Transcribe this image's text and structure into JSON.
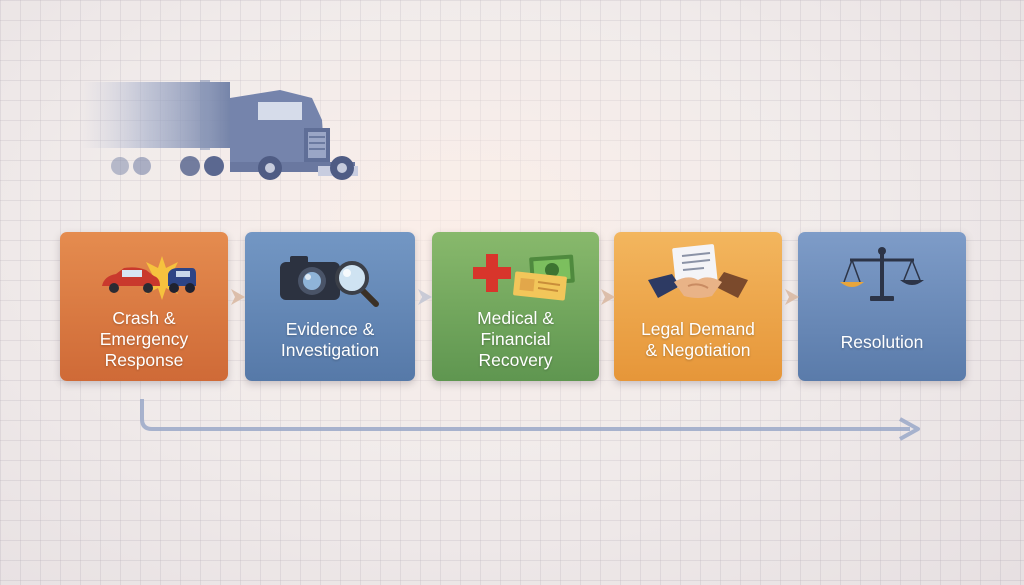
{
  "steps": [
    {
      "label": "Crash &\nEmergency\nResponse",
      "color": "#d8763f"
    },
    {
      "label": "Evidence &\nInvestigation",
      "color": "#6387b6"
    },
    {
      "label": "Medical &\nFinancial\nRecovery",
      "color": "#72a65c"
    },
    {
      "label": "Legal Demand\n& Negotiation",
      "color": "#eda448"
    },
    {
      "label": "Resolution",
      "color": "#6b89b8"
    }
  ]
}
